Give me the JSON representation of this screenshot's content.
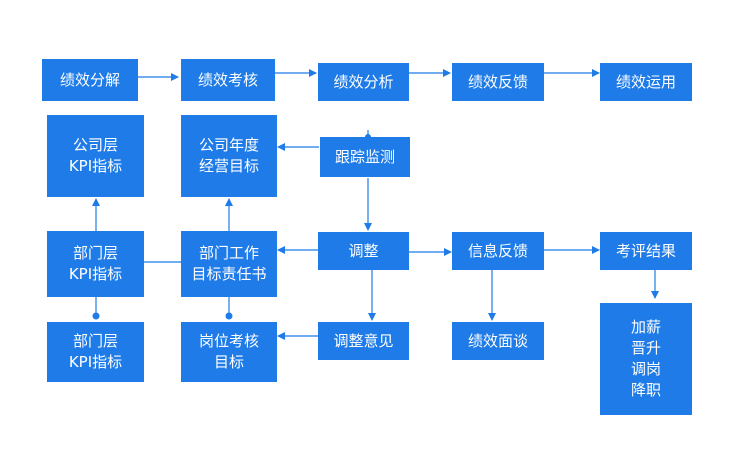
{
  "colors": {
    "box_fill": "#1e7be8",
    "box_text": "#ffffff",
    "connector": "#1e7be8",
    "background": "#ffffff"
  },
  "nodes": {
    "perf_decompose": "绩效分解",
    "perf_assess": "绩效考核",
    "perf_analysis": "绩效分析",
    "perf_feedback": "绩效反馈",
    "perf_apply": "绩效运用",
    "company_kpi": "公司层\nKPI指标",
    "company_goal": "公司年度\n经营目标",
    "track_monitor": "跟踪监测",
    "dept_kpi": "部门层\nKPI指标",
    "dept_work": "部门工作\n目标责任书",
    "adjust": "调整",
    "info_feedback": "信息反馈",
    "eval_result": "考评结果",
    "dept_kpi_2": "部门层\nKPI指标",
    "post_goal": "岗位考核\n目标",
    "adjust_opinion": "调整意见",
    "perf_interview": "绩效面谈",
    "outcomes": "加薪\n晋升\n调岗\n降职"
  }
}
